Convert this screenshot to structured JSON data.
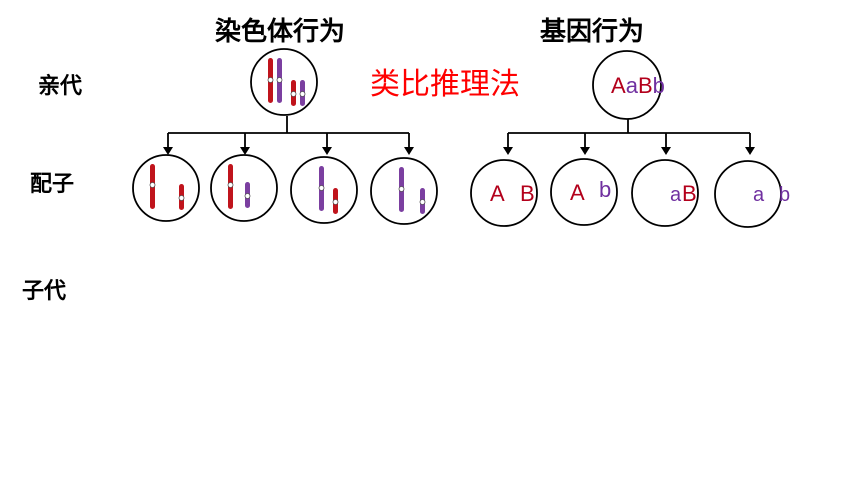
{
  "headers": {
    "chromosome_behavior": "染色体行为",
    "gene_behavior": "基因行为"
  },
  "rows": {
    "parent": "亲代",
    "gamete": "配子",
    "offspring": "子代"
  },
  "method_label": "类比推理法",
  "parent_genotype": {
    "A": "A",
    "a": "a",
    "B": "B",
    "b": "b"
  },
  "gametes": [
    {
      "allele1": "A",
      "allele2": "B"
    },
    {
      "allele1": "A",
      "allele2": "b"
    },
    {
      "allele1": "a",
      "allele2": "B"
    },
    {
      "allele1": "a",
      "allele2": "b"
    }
  ],
  "colors": {
    "dominant_red": "#b3001b",
    "recessive_purple": "#7030a0",
    "method_red": "#ff0000",
    "chrom_red": "#c0141c",
    "chrom_purple": "#7b3fa0"
  }
}
